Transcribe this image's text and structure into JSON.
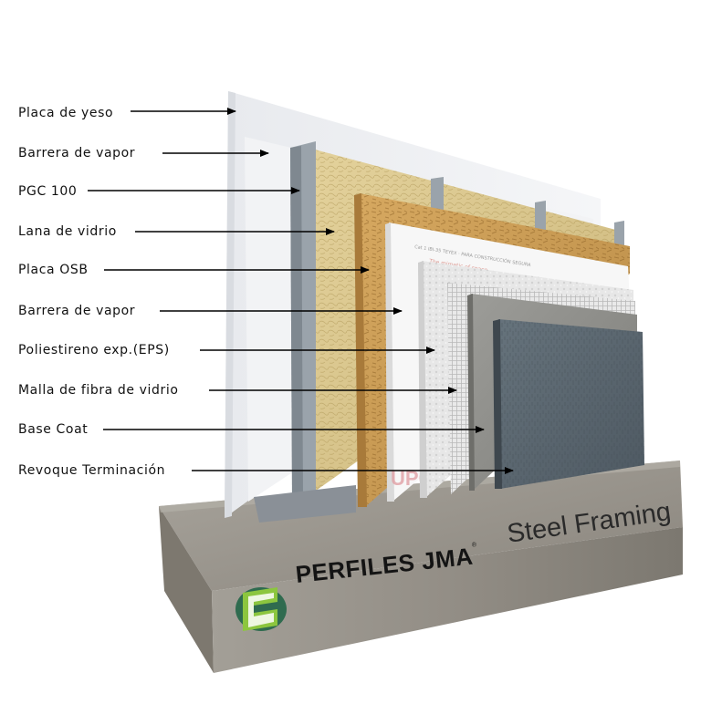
{
  "labels": [
    "Placa de yeso",
    "Barrera de vapor",
    "PGC 100",
    "Lana de vidrio",
    "Placa OSB",
    "Barrera de vapor",
    "Poliestireno exp.(EPS)",
    "Malla de fibra de vidrio",
    "Base Coat",
    "Revoque Terminación"
  ],
  "brand": {
    "name": "PERFILES JMA",
    "trademark": "®",
    "tagline": "Steel Framing",
    "logo_colors": [
      "#8cc63f",
      "#2f6b4f"
    ]
  },
  "membrane_print": {
    "lines": [
      "Cat 1 IBI-35 TEYEX · PARA CONSTRUCCIÓN SEGURA",
      "The mimetic of space"
    ],
    "logo_text": "UPC"
  },
  "colors": {
    "gypsum": "#eef0f3",
    "insulation": "#d9c68f",
    "osb": "#c79a52",
    "membrane": "#f6f6f6",
    "eps": "#e4e4e4",
    "base_coat": "#8e8e8a",
    "finish": "#5b6770",
    "concrete": "#8f8b84"
  }
}
